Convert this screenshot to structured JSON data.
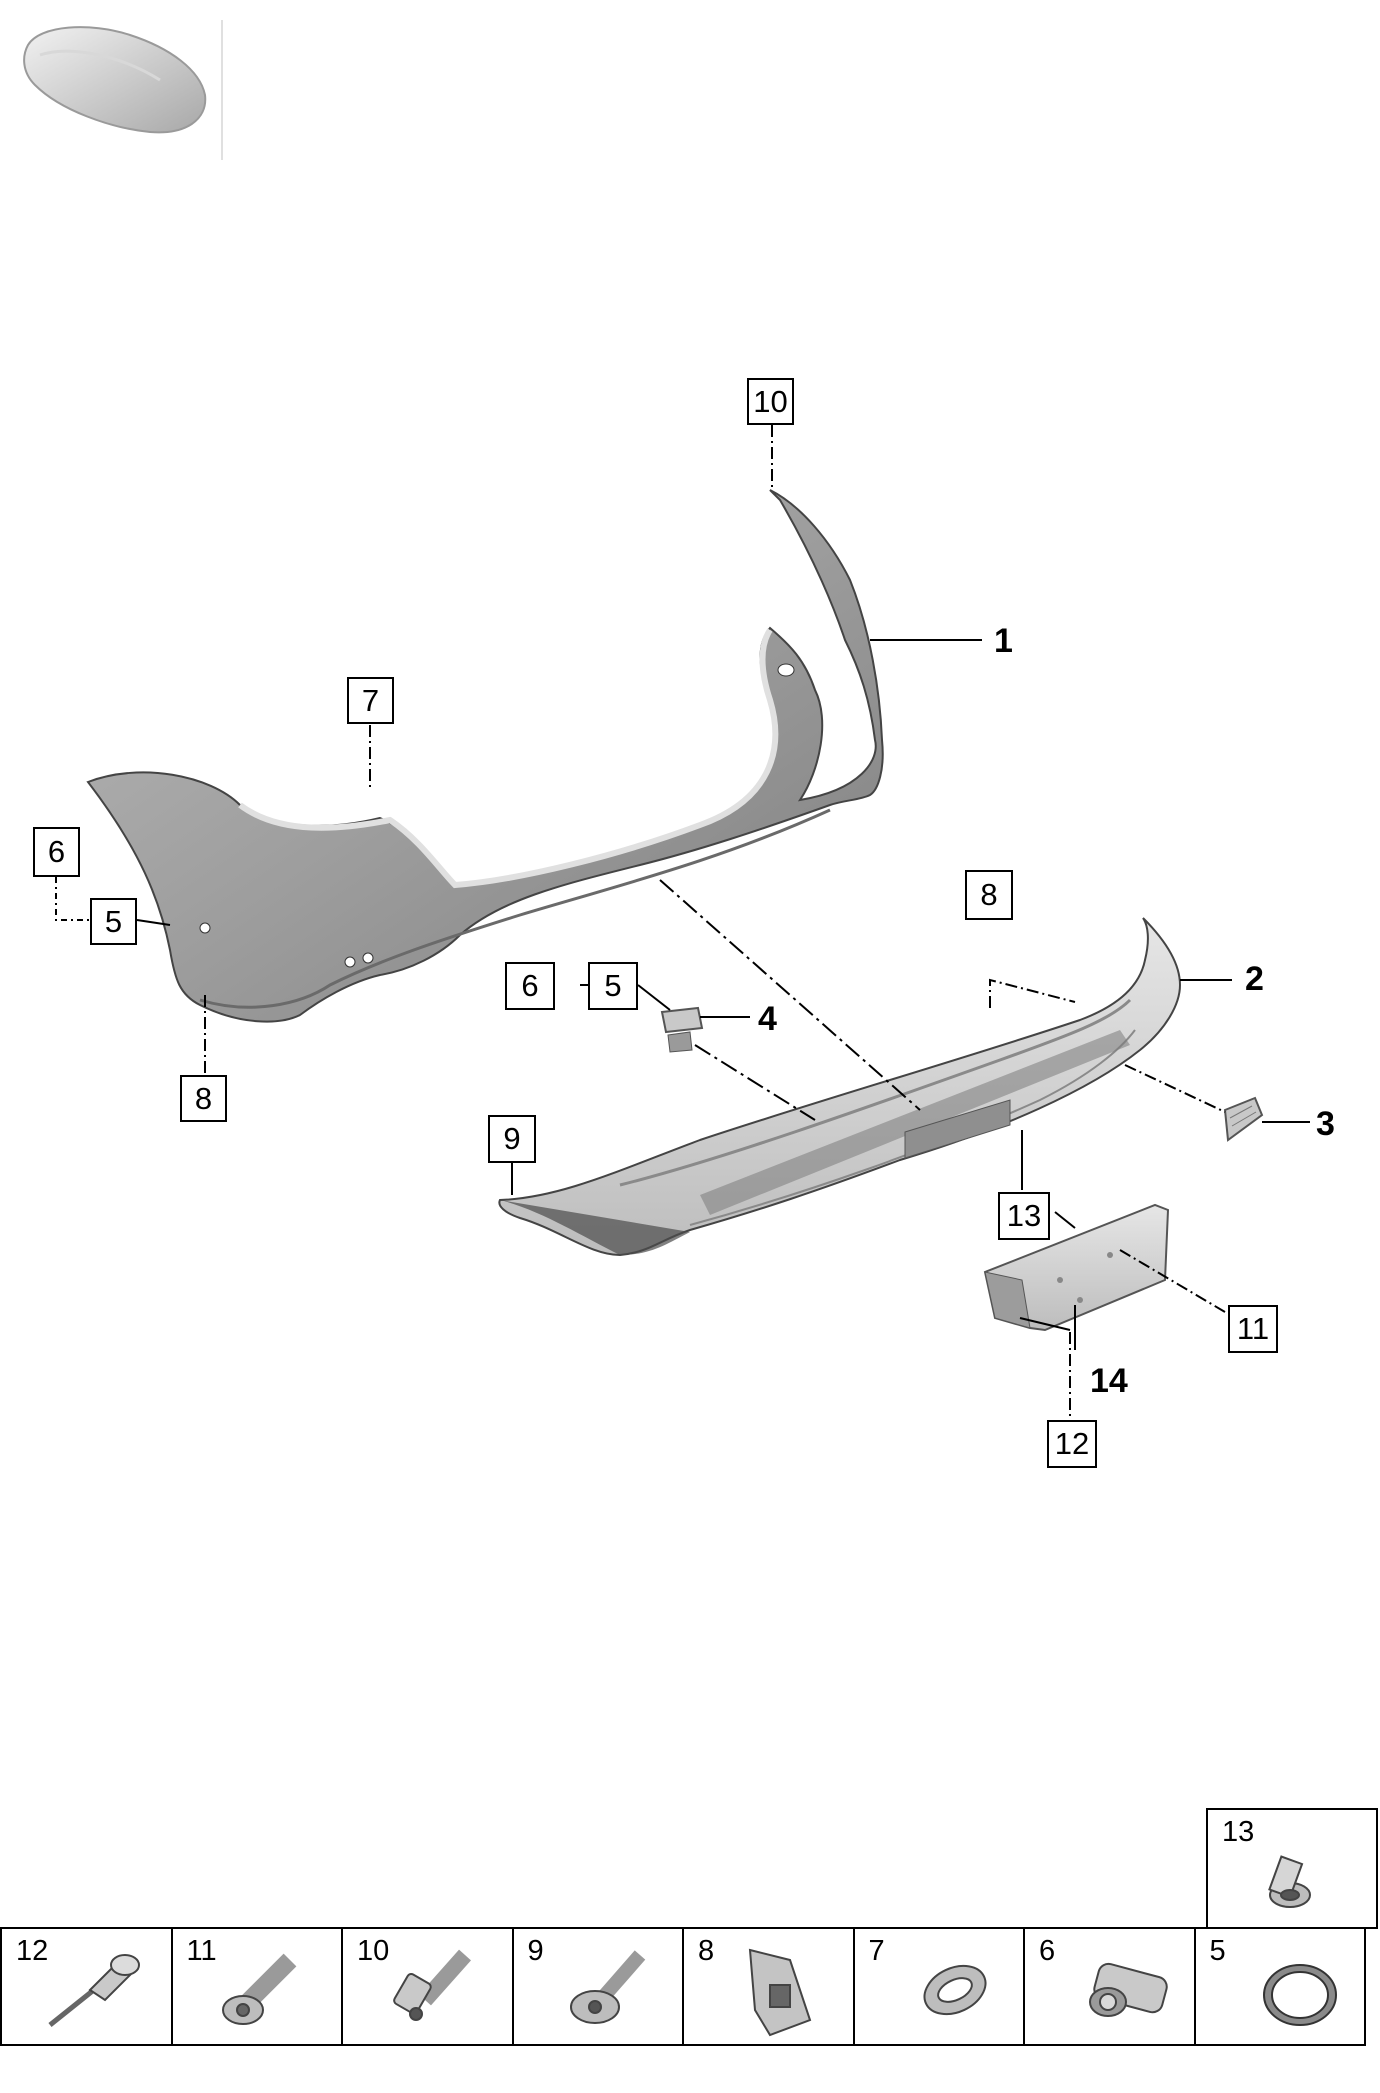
{
  "callouts": {
    "c10": "10",
    "c7": "7",
    "c6a": "6",
    "c5a": "5",
    "c8a": "8",
    "c6b": "6",
    "c5b": "5",
    "c8b": "8",
    "c9": "9",
    "c13": "13",
    "c11": "11",
    "c12": "12"
  },
  "part_numbers": {
    "p1": "1",
    "p2": "2",
    "p3": "3",
    "p4": "4",
    "p14": "14"
  },
  "hardware": [
    {
      "number": "12",
      "icon": "rivet-icon"
    },
    {
      "number": "11",
      "icon": "bolt-icon"
    },
    {
      "number": "10",
      "icon": "bolt-icon"
    },
    {
      "number": "9",
      "icon": "screw-icon"
    },
    {
      "number": "8",
      "icon": "clip-icon"
    },
    {
      "number": "7",
      "icon": "retaining-ring-icon"
    },
    {
      "number": "6",
      "icon": "sensor-icon"
    },
    {
      "number": "5",
      "icon": "seal-ring-icon"
    }
  ],
  "hardware_top": {
    "number": "13",
    "icon": "rivet-nut-icon"
  },
  "colors": {
    "line": "#000000",
    "part_fill": "#cfcfcf",
    "part_shade": "#8f8f8f"
  }
}
